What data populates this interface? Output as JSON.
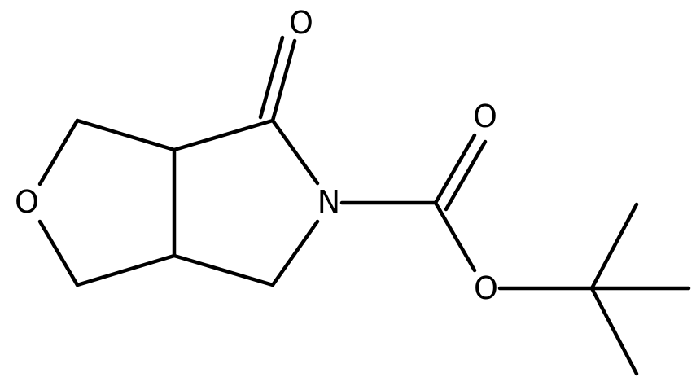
{
  "molecule": {
    "atoms": {
      "ring_oxygen": "O",
      "carbonyl_oxygen_lactam": "O",
      "nitrogen": "N",
      "carbonyl_oxygen_ester": "O",
      "ester_oxygen": "O"
    },
    "colors": {
      "bond": "#000000",
      "label": "#000000",
      "background": "#ffffff"
    }
  }
}
